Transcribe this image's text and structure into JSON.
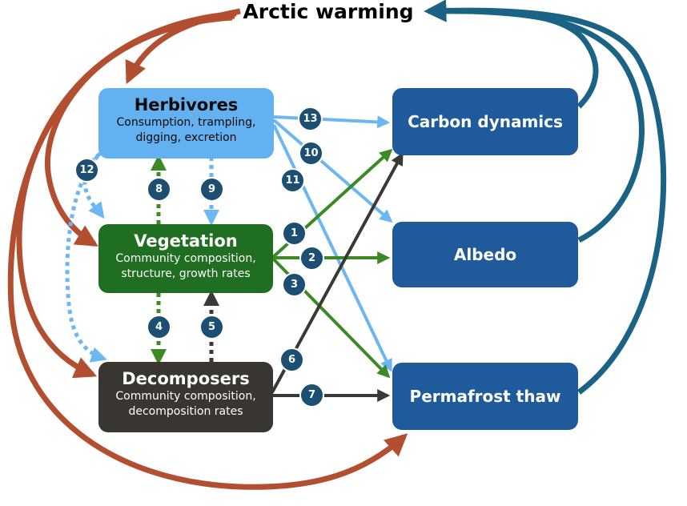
{
  "title": "Arctic warming",
  "colors": {
    "herbivores": "#63b1f0",
    "vegetation": "#1f6e21",
    "decomposers": "#393631",
    "response": "#1f5a9a",
    "warming": "#b34f31",
    "feedback": "#1b6384",
    "badge": "#1c4f72",
    "green_arrow": "#3b8a26",
    "blue_arrow": "#6cb6f2",
    "dark_arrow": "#3b3936"
  },
  "nodes": {
    "herbivores": {
      "title": "Herbivores",
      "desc1": "Consumption, trampling,",
      "desc2": "digging, excretion"
    },
    "vegetation": {
      "title": "Vegetation",
      "desc1": "Community composition,",
      "desc2": "structure, growth rates"
    },
    "decomposers": {
      "title": "Decomposers",
      "desc1": "Community composition,",
      "desc2": "decomposition rates"
    },
    "carbon": {
      "title": "Carbon dynamics"
    },
    "albedo": {
      "title": "Albedo"
    },
    "permafrost": {
      "title": "Permafrost thaw"
    }
  },
  "badges": [
    "1",
    "2",
    "3",
    "4",
    "5",
    "6",
    "7",
    "8",
    "9",
    "10",
    "11",
    "12",
    "13"
  ]
}
